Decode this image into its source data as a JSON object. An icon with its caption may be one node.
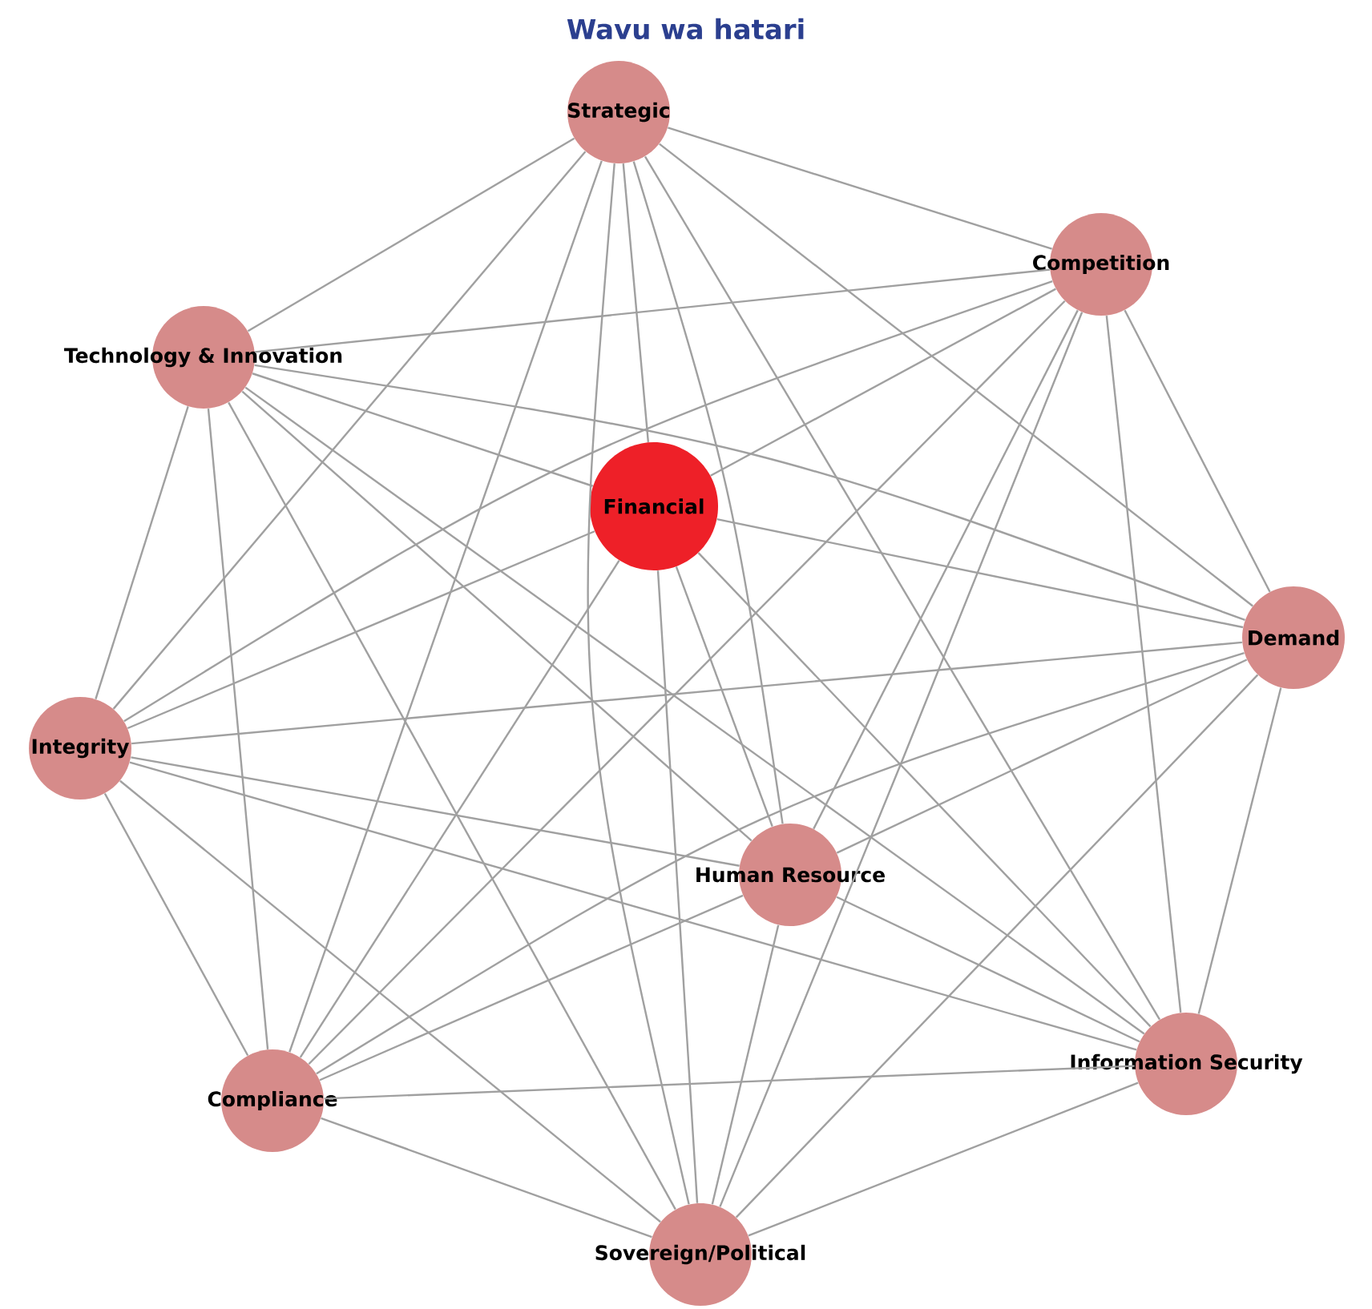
{
  "diagram": {
    "title": "Wavu wa hatari",
    "nodes": [
      {
        "text": [
          "Strategic"
        ]
      },
      {
        "text": [
          "Competition"
        ]
      },
      {
        "text": [
          "Technology & Innovation"
        ]
      },
      {
        "text": [
          "Financial"
        ]
      },
      {
        "text": [
          "Demand"
        ]
      },
      {
        "text": [
          "Integrity"
        ]
      },
      {
        "text": [
          "Human Resource"
        ]
      },
      {
        "text": [
          "Information Security"
        ]
      },
      {
        "text": [
          "Compliance"
        ]
      },
      {
        "text": [
          "Sovereign/Political"
        ]
      }
    ],
    "edges": [
      {
        "from": 0,
        "to": 1,
        "arrow": "none"
      },
      {
        "from": 0,
        "to": 2,
        "arrow": "none"
      },
      {
        "from": 0,
        "to": 3,
        "arrow": "none"
      },
      {
        "from": 0,
        "to": 4,
        "arrow": "none"
      },
      {
        "from": 0,
        "to": 5,
        "arrow": "none"
      },
      {
        "from": 0,
        "to": 6,
        "arrow": "none"
      },
      {
        "from": 0,
        "to": 7,
        "arrow": "none"
      },
      {
        "from": 0,
        "to": 8,
        "arrow": "none"
      },
      {
        "from": 0,
        "to": 9,
        "arrow": "none"
      },
      {
        "from": 1,
        "to": 2,
        "arrow": "none"
      },
      {
        "from": 1,
        "to": 3,
        "arrow": "none"
      },
      {
        "from": 1,
        "to": 4,
        "arrow": "none"
      },
      {
        "from": 1,
        "to": 5,
        "arrow": "none"
      },
      {
        "from": 1,
        "to": 6,
        "arrow": "none"
      },
      {
        "from": 1,
        "to": 7,
        "arrow": "none"
      },
      {
        "from": 1,
        "to": 8,
        "arrow": "none"
      },
      {
        "from": 1,
        "to": 9,
        "arrow": "none"
      },
      {
        "from": 2,
        "to": 3,
        "arrow": "none"
      },
      {
        "from": 2,
        "to": 4,
        "arrow": "none"
      },
      {
        "from": 2,
        "to": 5,
        "arrow": "none"
      },
      {
        "from": 2,
        "to": 6,
        "arrow": "none"
      },
      {
        "from": 2,
        "to": 7,
        "arrow": "none"
      },
      {
        "from": 2,
        "to": 8,
        "arrow": "none"
      },
      {
        "from": 2,
        "to": 9,
        "arrow": "none"
      },
      {
        "from": 3,
        "to": 4,
        "arrow": "none"
      },
      {
        "from": 3,
        "to": 5,
        "arrow": "none"
      },
      {
        "from": 3,
        "to": 6,
        "arrow": "none"
      },
      {
        "from": 3,
        "to": 7,
        "arrow": "none"
      },
      {
        "from": 3,
        "to": 8,
        "arrow": "none"
      },
      {
        "from": 3,
        "to": 9,
        "arrow": "none"
      },
      {
        "from": 4,
        "to": 5,
        "arrow": "none"
      },
      {
        "from": 4,
        "to": 6,
        "arrow": "none"
      },
      {
        "from": 4,
        "to": 7,
        "arrow": "none"
      },
      {
        "from": 4,
        "to": 8,
        "arrow": "none"
      },
      {
        "from": 4,
        "to": 9,
        "arrow": "none"
      },
      {
        "from": 5,
        "to": 6,
        "arrow": "none"
      },
      {
        "from": 5,
        "to": 7,
        "arrow": "none"
      },
      {
        "from": 5,
        "to": 8,
        "arrow": "none"
      },
      {
        "from": 5,
        "to": 9,
        "arrow": "none"
      },
      {
        "from": 6,
        "to": 7,
        "arrow": "none"
      },
      {
        "from": 6,
        "to": 8,
        "arrow": "none"
      },
      {
        "from": 6,
        "to": 9,
        "arrow": "none"
      },
      {
        "from": 7,
        "to": 8,
        "arrow": "none"
      },
      {
        "from": 7,
        "to": 9,
        "arrow": "none"
      },
      {
        "from": 8,
        "to": 9,
        "arrow": "none"
      }
    ]
  }
}
